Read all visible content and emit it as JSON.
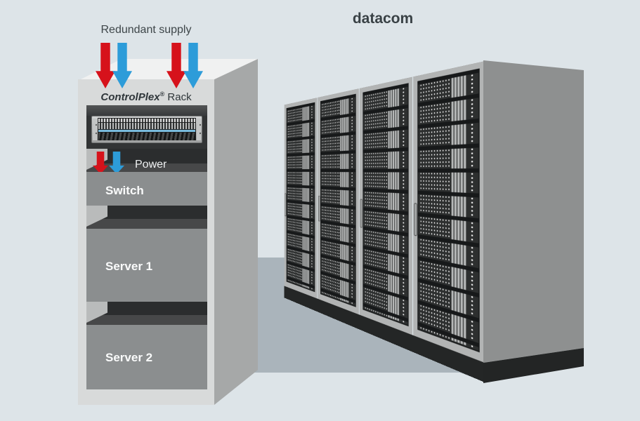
{
  "title": "datacom",
  "rack": {
    "supply_label": "Redundant supply",
    "brand": "ControlPlex",
    "brand_reg": "®",
    "brand_suffix": " Rack",
    "device": "circuit-breaker rack unit with two breaker rows and blue status stripe",
    "power_label": "Power",
    "supply_feeds": [
      {
        "name": "feed-a-red",
        "color": "#d6121b"
      },
      {
        "name": "feed-b-blue",
        "color": "#2d9cd9"
      }
    ],
    "slots": [
      {
        "label": "Switch"
      },
      {
        "label": "Server 1"
      },
      {
        "label": "Server 2"
      }
    ]
  },
  "datacenter": {
    "cabinet_count": 4,
    "description": "row of perforated-door server cabinets in perspective"
  },
  "colors": {
    "background": "#dde4e8",
    "floor_shadow": "#aab4bb",
    "rack_front": "#d8dada",
    "rack_top": "#f0f1f1",
    "rack_side": "#a6a8a8",
    "rack_interior": "#323435",
    "bay_gray": "#8b8e8f",
    "arrow_red": "#d6121b",
    "arrow_blue": "#2d9cd9",
    "cabinet_frame": "#b2b4b4",
    "cabinet_door": "#2d2f2f",
    "cabinet_side": "#8e9090",
    "plinth": "#242626",
    "text_dark": "#394145",
    "text_light": "#fafbfb"
  }
}
